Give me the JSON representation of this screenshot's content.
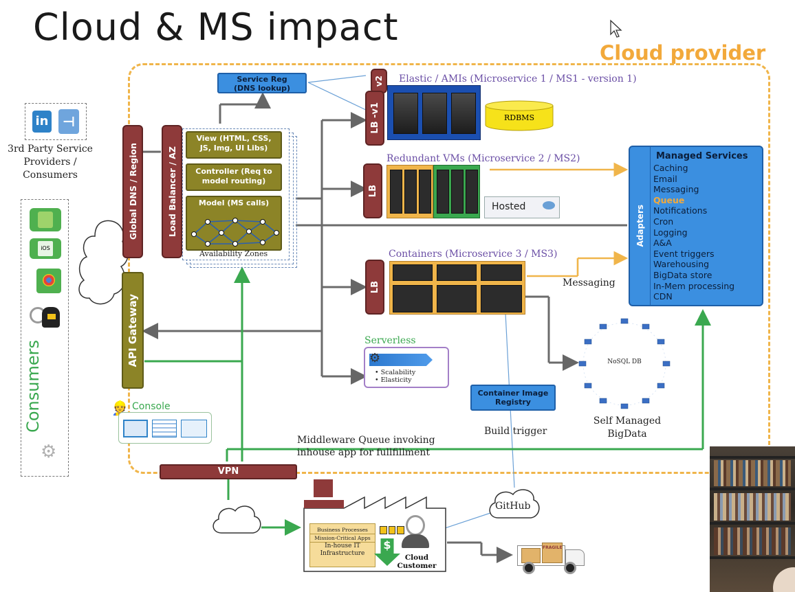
{
  "title": "Cloud & MS impact",
  "cloud_provider_label": "Cloud provider",
  "third_party": {
    "label": "3rd Party Service Providers / Consumers",
    "icons": [
      "linkedin-icon",
      "mobile-app-icon"
    ]
  },
  "consumers": {
    "label": "Consumers",
    "icons": [
      "android-phone-icon",
      "ios-phone-icon",
      "browser-tablet-icon",
      "user-headset-icon",
      "gears-icon"
    ]
  },
  "global_dns": "Global DNS / Region",
  "load_balancer_az": "Load Balancer / AZ",
  "api_gateway": "API Gateway",
  "service_reg": {
    "line1": "Service Reg",
    "line2": "(DNS lookup)"
  },
  "app_layers": {
    "view": "View (HTML, CSS, JS, Img, UI Libs)",
    "controller": "Controller (Req to model routing)",
    "model": "Model (MS calls)",
    "availability_zones": "Availability Zones"
  },
  "elastic": {
    "label": "Elastic / AMIs (Microservice 1 / MS1 - version 1)",
    "lb_v1": "LB -v1",
    "lb_v2": "v2",
    "rdbms": "RDBMS"
  },
  "redundant": {
    "label": "Redundant VMs (Microservice 2 / MS2)",
    "lb": "LB",
    "hosted": "Hosted"
  },
  "containers": {
    "label": "Containers (Microservice 3 / MS3)",
    "lb": "LB",
    "messaging": "Messaging"
  },
  "serverless": {
    "label": "Serverless",
    "bullets": [
      "Scalability",
      "Elasticity"
    ]
  },
  "registry": {
    "line1": "Container Image",
    "line2": "Registry"
  },
  "build_trigger": "Build trigger",
  "nosql": {
    "label": "NoSQL DB",
    "caption_line1": "Self Managed",
    "caption_line2": "BigData"
  },
  "managed_services": {
    "title": "Managed Services",
    "adapters": "Adapters",
    "items": [
      "Caching",
      "Email",
      "Messaging",
      "Queue",
      "Notifications",
      "Cron",
      "Logging",
      "A&A",
      "Event triggers",
      "Warehousing",
      "BigData store",
      "In-Mem processing",
      "CDN"
    ],
    "highlight_color": "#f2a93b"
  },
  "console": "Console",
  "middleware": {
    "line1": "Middleware Queue invoking",
    "line2": "inhouse app for fullfillment"
  },
  "vpn": "VPN",
  "github": "GitHub",
  "factory": {
    "items": [
      "Business Processes",
      "Mission-Critical Apps",
      "In-house IT Infrastructure"
    ]
  },
  "cloud_customer": {
    "line1": "Cloud",
    "line2": "Customer"
  },
  "truck_label": "FRAGILE",
  "colors": {
    "orange": "#f0b54a",
    "maroon": "#8e3a3a",
    "blue": "#3b8fe0",
    "olive": "#8c8427",
    "green": "#3aa84f",
    "purple": "#6a4ea5"
  }
}
